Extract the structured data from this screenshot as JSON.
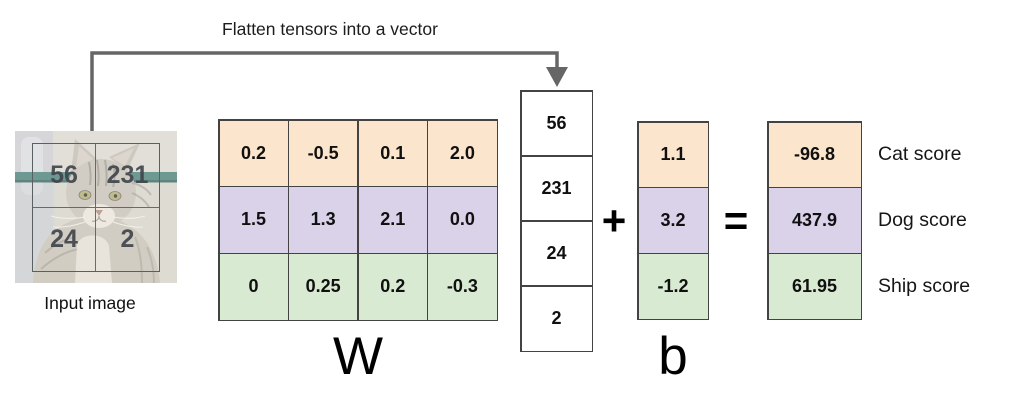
{
  "flatten_label": "Flatten tensors into a vector",
  "input_image": {
    "caption": "Input image",
    "pixels": [
      "56",
      "231",
      "24",
      "2"
    ]
  },
  "weights": {
    "label": "W",
    "cells": [
      [
        "0.2",
        "-0.5",
        "0.1",
        "2.0"
      ],
      [
        "1.5",
        "1.3",
        "2.1",
        "0.0"
      ],
      [
        "0",
        "0.25",
        "0.2",
        "-0.3"
      ]
    ]
  },
  "input_vector": {
    "values": [
      "56",
      "231",
      "24",
      "2"
    ]
  },
  "operators": {
    "plus": "+",
    "equals": "="
  },
  "bias": {
    "label": "b",
    "values": [
      "1.1",
      "3.2",
      "-1.2"
    ]
  },
  "scores": {
    "values": [
      "-96.8",
      "437.9",
      "61.95"
    ],
    "labels": [
      "Cat score",
      "Dog score",
      "Ship score"
    ]
  },
  "colors": {
    "cat_row": "#fce5cd",
    "dog_row": "#d9d2e9",
    "ship_row": "#d9ead3",
    "arrow": "#666666",
    "cell_border": "#434343"
  }
}
